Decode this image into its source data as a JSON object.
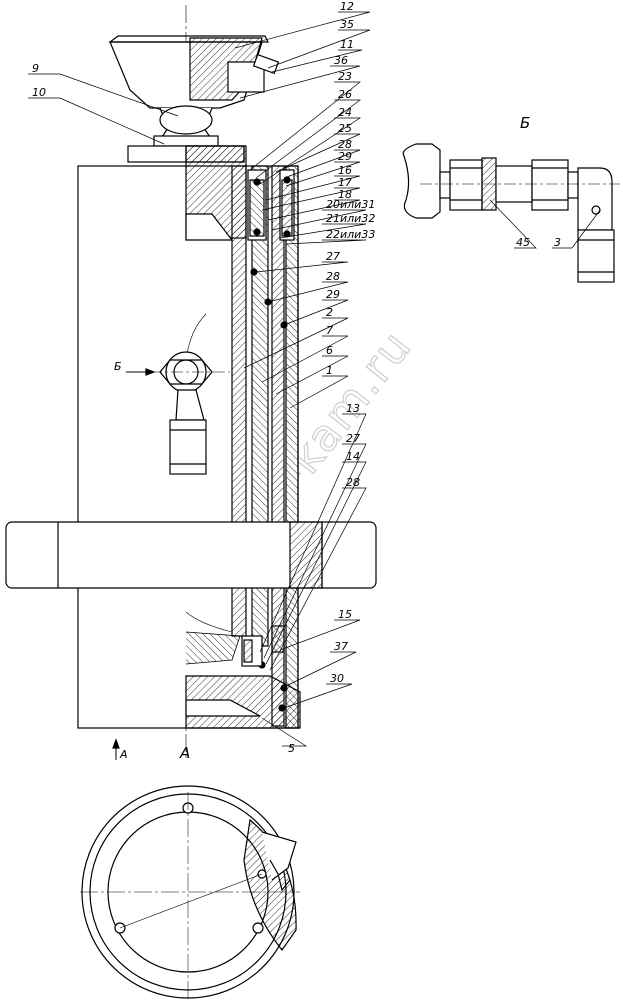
{
  "watermark": "zapchasti-kam.ru",
  "view_labels": {
    "section_b": "Б",
    "section_a": "А",
    "arrow_a": "А",
    "arrow_b": "Б"
  },
  "part_labels": {
    "p12": "12",
    "p35": "35",
    "p11": "11",
    "p36": "36",
    "p23": "23",
    "p9": "9",
    "p10": "10",
    "p26": "26",
    "p24": "24",
    "p25": "25",
    "p28a": "28",
    "p29a": "29",
    "p16": "16",
    "p17": "17",
    "p18": "18",
    "p20": "20или31",
    "p21": "21или32",
    "p22": "22или33",
    "p27a": "27",
    "p28b": "28",
    "p29b": "29",
    "p2": "2",
    "p7": "7",
    "p6": "6",
    "p1": "1",
    "p13": "13",
    "p27b": "27",
    "p14": "14",
    "p28c": "28",
    "p15": "15",
    "p37": "37",
    "p30": "30",
    "p5": "5",
    "p45": "45",
    "p3": "3"
  }
}
